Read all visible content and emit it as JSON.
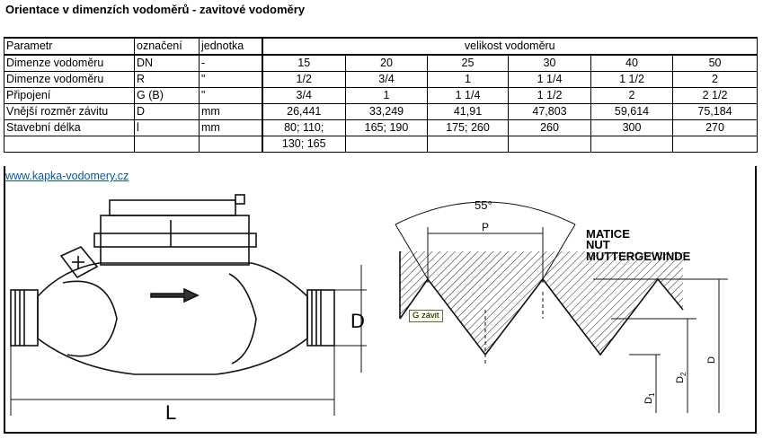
{
  "title": "Orientace v dimenzích vodoměrů - zavitové vodoměry",
  "table": {
    "headers": [
      "Parametr",
      "označení",
      "jednotka",
      "velikost vodoměru"
    ],
    "rows": [
      {
        "param": "Dimenze vodoměru",
        "code": "DN",
        "unit": "-",
        "values": [
          "15",
          "20",
          "25",
          "30",
          "40",
          "50"
        ]
      },
      {
        "param": "Dimenze vodoměru",
        "code": "R",
        "unit": "\"",
        "values": [
          "1/2",
          "3/4",
          "1",
          "1 1/4",
          "1 1/2",
          "2"
        ]
      },
      {
        "param": "Připojení",
        "code": "G (B)",
        "unit": "\"",
        "values": [
          "3/4",
          "1",
          "1 1/4",
          "1 1/2",
          "2",
          "2 1/2"
        ]
      },
      {
        "param": "Vnější rozměr závitu",
        "code": "D",
        "unit": "mm",
        "values": [
          "26,441",
          "33,249",
          "41,91",
          "47,803",
          "59,614",
          "75,184"
        ]
      },
      {
        "param": "Stavební délka",
        "code": "l",
        "unit": "mm",
        "values": [
          "80; 110;",
          "165; 190",
          "175; 260",
          "260",
          "300",
          "270"
        ]
      },
      {
        "param": "",
        "code": "",
        "unit": "",
        "values": [
          "130; 165",
          "",
          "",
          "",
          "",
          ""
        ]
      }
    ]
  },
  "link": "www.kapka-vodomery.cz",
  "meter_figure": {
    "label_d": "D",
    "label_l": "L"
  },
  "thread_figure": {
    "angle": "55°",
    "pitch": "P",
    "nut_lines": [
      "MATICE",
      "NUT",
      "MUTTERGEWINDE"
    ],
    "tooltip": "G závit",
    "dim_d": "D",
    "dim_d1": "D",
    "dim_d1_sub": "1",
    "dim_d2": "D",
    "dim_d2_sub": "2"
  }
}
